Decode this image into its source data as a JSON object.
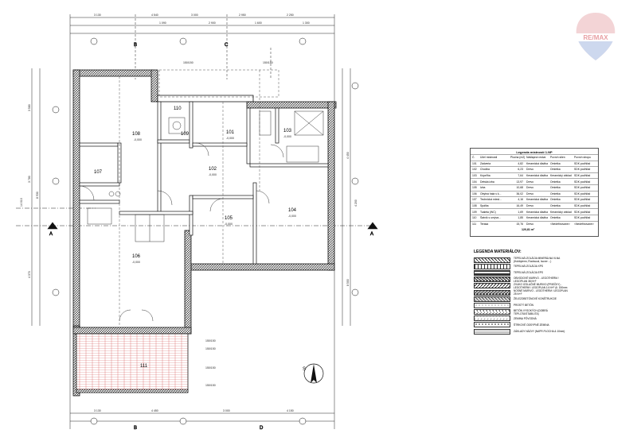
{
  "logo": {
    "text": "RE/MAX",
    "colors": {
      "red": "#e11b22",
      "blue": "#003da5"
    }
  },
  "rooms": [
    {
      "no": "108",
      "area": "-0,000"
    },
    {
      "no": "110",
      "area": ""
    },
    {
      "no": "109",
      "area": ""
    },
    {
      "no": "101",
      "area": "-0,000"
    },
    {
      "no": "103",
      "area": "-0,000"
    },
    {
      "no": "107",
      "area": ""
    },
    {
      "no": "102",
      "area": "-0,000"
    },
    {
      "no": "105",
      "area": "-0,000"
    },
    {
      "no": "104",
      "area": "-0,000"
    },
    {
      "no": "106",
      "area": "-0,000"
    },
    {
      "no": "111",
      "area": ""
    }
  ],
  "top_dims": [
    "3 130",
    "4 540",
    "3 000",
    "2 950",
    "2 250",
    "1 090",
    "2 900",
    "1 600",
    "1 300"
  ],
  "bottom_dims": [
    "3 130",
    "4 450",
    "3 000",
    "4 150"
  ],
  "left_dims": [
    "3 580",
    "3 780",
    "4 370",
    "8 930",
    "14 010"
  ],
  "right_dims": [
    "4 450",
    "8 500",
    "4 200"
  ],
  "section_marks": {
    "a": "A",
    "b": "B",
    "c": "C",
    "d": "D"
  },
  "room_table": {
    "title": "Legenda místností 1.NP",
    "headers": [
      "Č.",
      "Účel místnosti",
      "Plocha (m2)",
      "Nášlapná vrstva",
      "Povrch stien",
      "Povrch stropu"
    ],
    "rows": [
      [
        "101",
        "Zádveria",
        "4,82",
        "Keramická dlažba",
        "Omietka",
        "SDK podhľad"
      ],
      [
        "102",
        "Chodba",
        "6,23",
        "Drevo",
        "Omietka",
        "SDK podhľad"
      ],
      [
        "103",
        "Kúpeľňa",
        "7,64",
        "Keramická dlažba",
        "Keramický obklad",
        "SDK podhľad"
      ],
      [
        "104",
        "Detská izba",
        "13,97",
        "Drevo",
        "Omietka",
        "SDK podhľad"
      ],
      [
        "105",
        "Izba",
        "10,68",
        "Drevo",
        "Omietka",
        "SDK podhľad"
      ],
      [
        "106",
        "Obytná hala s k...",
        "36,02",
        "Drevo",
        "Omietka",
        "SDK podhľad"
      ],
      [
        "107",
        "Technická miest...",
        "4,16",
        "Keramická dlažba",
        "Omietka",
        "SDK podhľad"
      ],
      [
        "108",
        "Spálňa",
        "16,49",
        "Drevo",
        "Omietka",
        "SDK podhľad"
      ],
      [
        "109",
        "Toaleta (WC)",
        "1,69",
        "Keramická dlažba",
        "Keramický obklad",
        "SDK podhľad"
      ],
      [
        "110",
        "Šatník s umýva...",
        "1,85",
        "Keramická dlažba",
        "Omietka",
        "SDK podhľad"
      ],
      [
        "111",
        "Terasa",
        "15,76",
        "Drevo",
        "<Nedefinované>",
        "<Nedefinované>"
      ]
    ],
    "total": "120,81 m²"
  },
  "materials": {
    "title": "LEGENDA MATERIÁLOV:",
    "items": [
      "TEPELNÁ IZOLÁCIA MINERÁLNA VLNA (Hobbyterm, Rockwool, Isover ...)",
      "TEPELNÁ IZOLÁCIA XPS",
      "TEPELNÁ IZOLÁCIA EPS",
      "OBVODOVÉ MURIVO - LEGOTHERM / LEGOPLAN 38 N+F",
      "ZVUKO IZOLAČNÉ MURIVO (PRIEČKY) - LEGOTHERM / LEGOPLAN 14 N+F (tl. 150mm",
      "NOSNÉ MURIVO - LEGOTHERM / LEGOPLAN 25 N+F",
      "ŽELEZOBETÓNOVÉ KONŠTRUKCIE",
      "PROSTÝ BETÓN",
      "BETÓN VYSOKÝCH (DOBRÁ TEPLOTA/STABILITA)",
      "ZEMINA PÔVODNÁ",
      "ŠTRKOVÉ ODSYPNÉ ZEMINA",
      "ZÁKLADY NÁZVY (NAPR.PLOCHA & 10mm)"
    ]
  },
  "north": "S",
  "annotations": [
    "150/150",
    "150/150",
    "150/150",
    "150/150",
    "150/150",
    "150/150"
  ]
}
